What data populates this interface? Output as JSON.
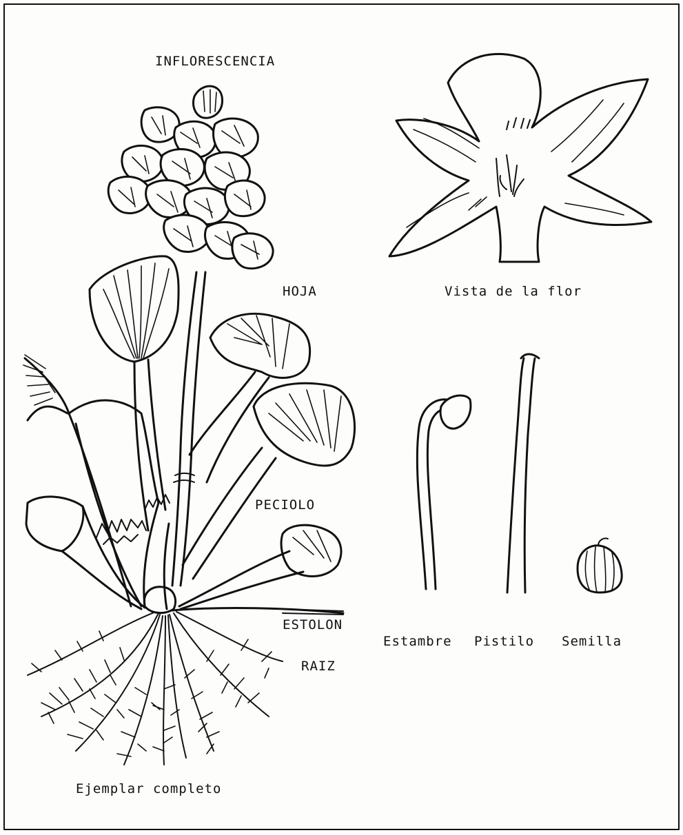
{
  "labels": {
    "inflorescence": "INFLORESCENCIA",
    "leaf": "HOJA",
    "petiole": "PECIOLO",
    "stolon": "ESTOLON",
    "root": "RAIZ",
    "whole_specimen": "Ejemplar completo",
    "flower_view": "Vista de la flor",
    "stamen": "Estambre",
    "pistil": "Pistilo",
    "seed": "Semilla"
  }
}
